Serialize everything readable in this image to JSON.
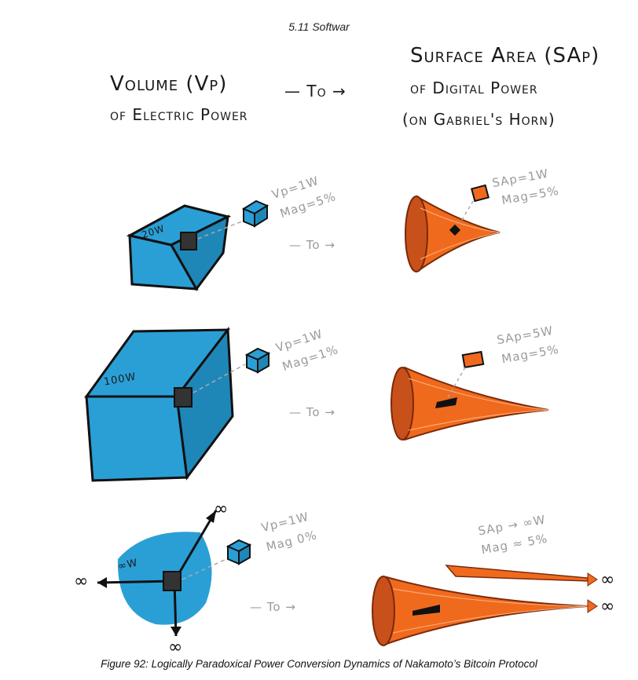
{
  "header": "5.11 Softwar",
  "title_left": {
    "line1": "Volume (Vp)",
    "line2": "of Electric Power"
  },
  "title_arrow": "— To →",
  "title_right": {
    "line1": "Surface Area (SAp)",
    "line2": "of Digital Power",
    "line3": "(on Gabriel's Horn)"
  },
  "rows": [
    {
      "box_label": "20W",
      "vp": "Vp=1W",
      "mag": "Mag=5%",
      "sap": "SAp=1W",
      "sap_mag": "Mag=5%",
      "to": "— To →"
    },
    {
      "box_label": "100W",
      "vp": "Vp=1W",
      "mag": "Mag=1%",
      "sap": "SAp=5W",
      "sap_mag": "Mag=5%",
      "to": "— To →"
    },
    {
      "box_label": "∞W",
      "vp": "Vp=1W",
      "mag": "Mag 0%",
      "sap": "SAp → ∞W",
      "sap_mag": "Mag ≈ 5%",
      "to": "— To →"
    }
  ],
  "infinity": "∞",
  "caption": "Figure 92: Logically Paradoxical Power Conversion Dynamics of Nakamoto’s Bitcoin Protocol",
  "colors": {
    "cube": "#2a9fd6",
    "cube_side": "#1f87b8",
    "horn": "#f06a1e",
    "horn_dark": "#c8501a",
    "gray_text": "#9a9a9a"
  }
}
